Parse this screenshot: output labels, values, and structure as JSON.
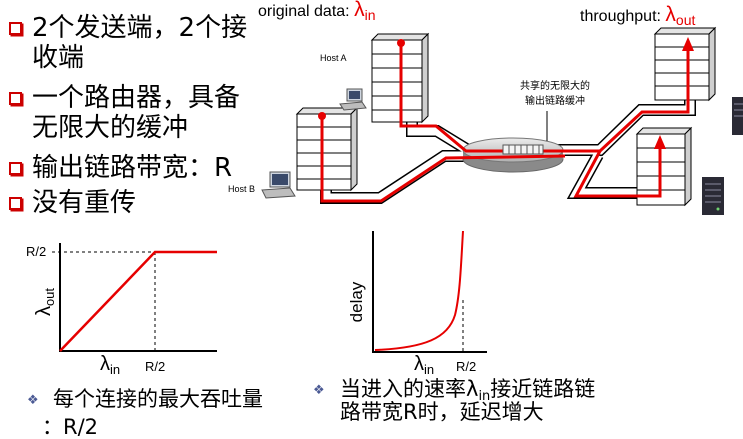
{
  "bullets": [
    {
      "lines": [
        "2个发送端，2个接",
        "收端"
      ]
    },
    {
      "lines": [
        "一个路由器，具备",
        "无限大的缓冲"
      ]
    },
    {
      "lines": [
        "输出链路带宽：R"
      ]
    },
    {
      "lines": [
        "没有重传"
      ]
    }
  ],
  "bullet_icon": "hollow-square-bullet-icon",
  "diagram": {
    "original_data_label": "original data:",
    "throughput_label": "throughput:",
    "lambda": "λ",
    "in_subscript": "in",
    "out_subscript": "out",
    "host_a_label": "Host A",
    "host_b_label": "Host B",
    "buffer_note_lines": [
      "共享的无限大的",
      "输出链路缓冲"
    ],
    "icons": [
      "host-stack-icon",
      "laptop-icon",
      "server-tower-icon",
      "router-icon"
    ]
  },
  "plots": {
    "throughput_plot": {
      "y_tick": "R/2",
      "y_label_symbol": "λ",
      "y_label_subscript": "out",
      "x_label_symbol": "λ",
      "x_label_subscript": "in",
      "x_tick": "R/2"
    },
    "delay_plot": {
      "y_label": "delay",
      "x_label_symbol": "λ",
      "x_label_subscript": "in",
      "x_tick": "R/2"
    }
  },
  "notes": [
    {
      "lines": [
        "每个连接的最大吞吐量",
        "：R/2"
      ]
    },
    {
      "line1_before": "当进入的速率",
      "line1_symbol": "λ",
      "line1_subscript": "in",
      "line1_after": "接近链路链",
      "line2": "路带宽R时，延迟增大"
    }
  ],
  "note_bullet_icon": "diamond-bullet-icon",
  "colors": {
    "accent_red": "#e60000",
    "bullet_red": "#cc0000",
    "note_bullet": "#4b5a94",
    "text": "#000000"
  }
}
